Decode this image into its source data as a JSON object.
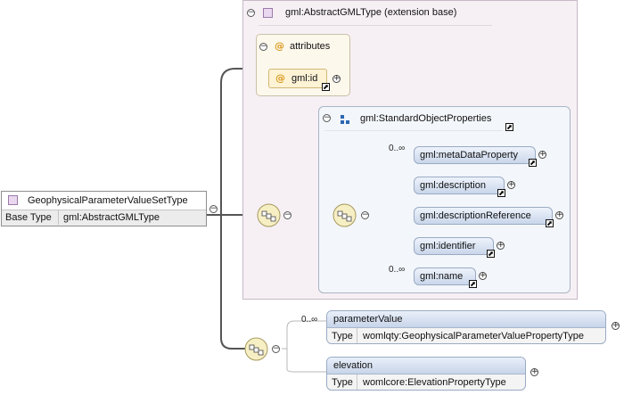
{
  "main_type": {
    "name": "GeophysicalParameterValueSetType",
    "base_type_label": "Base Type",
    "base_type_value": "gml:AbstractGMLType"
  },
  "extension_base": {
    "title": "gml:AbstractGMLType (extension base)",
    "attributes": {
      "title": "attributes",
      "items": [
        {
          "name": "gml:id"
        }
      ]
    },
    "group": {
      "title": "gml:StandardObjectProperties",
      "elements": [
        {
          "name": "gml:metaDataProperty",
          "occurrence": "0..∞"
        },
        {
          "name": "gml:description",
          "occurrence": ""
        },
        {
          "name": "gml:descriptionReference",
          "occurrence": ""
        },
        {
          "name": "gml:identifier",
          "occurrence": ""
        },
        {
          "name": "gml:name",
          "occurrence": "0..∞"
        }
      ]
    }
  },
  "local_elements": [
    {
      "name": "parameterValue",
      "occurrence": "0..∞",
      "type_label": "Type",
      "type_value": "womlqty:GeophysicalParameterValuePropertyType"
    },
    {
      "name": "elevation",
      "occurrence": "",
      "type_label": "Type",
      "type_value": "womlcore:ElevationPropertyType"
    }
  ],
  "icons": {
    "collapse": "−",
    "expand": "+",
    "link_arrow": "⬈",
    "attribute_marker": "@"
  },
  "colors": {
    "extension_bg": "#f6f0f5",
    "attributes_bg": "#fdf8ec",
    "group_bg": "#f3f6fa",
    "element_fill": "#c9d6ea",
    "compositor_fill": "#f2e6a8",
    "type_icon": "#e9d8ef"
  }
}
